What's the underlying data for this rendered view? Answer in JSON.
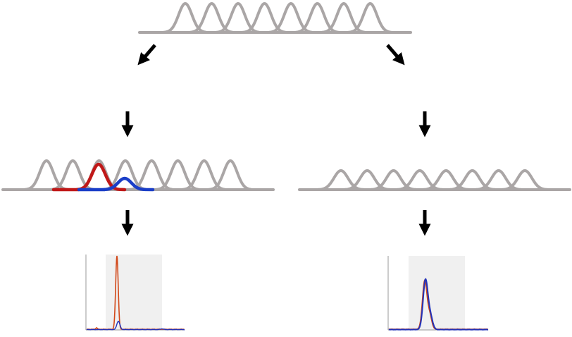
{
  "colors": {
    "curve_gray": "#aaa6a6",
    "highlight_red": "#c01818",
    "highlight_blue": "#1a3ec8",
    "arrow": "#000000",
    "panel_shade": "#f0f0f0",
    "axis": "#999999",
    "trace_orange": "#d2491a",
    "trace_blue": "#2233bb"
  },
  "top_row": {
    "peak_count": 8
  },
  "left_row": {
    "peak_count": 8,
    "highlighted": [
      "red",
      "blue"
    ]
  },
  "right_row": {
    "peak_count": 8,
    "amplitude": "low"
  },
  "left_panel": {
    "traces": [
      "orange-sharp",
      "blue-small"
    ],
    "shaded_window": true
  },
  "right_panel": {
    "traces": [
      "orange-broad",
      "blue-broad"
    ],
    "shaded_window": true
  }
}
